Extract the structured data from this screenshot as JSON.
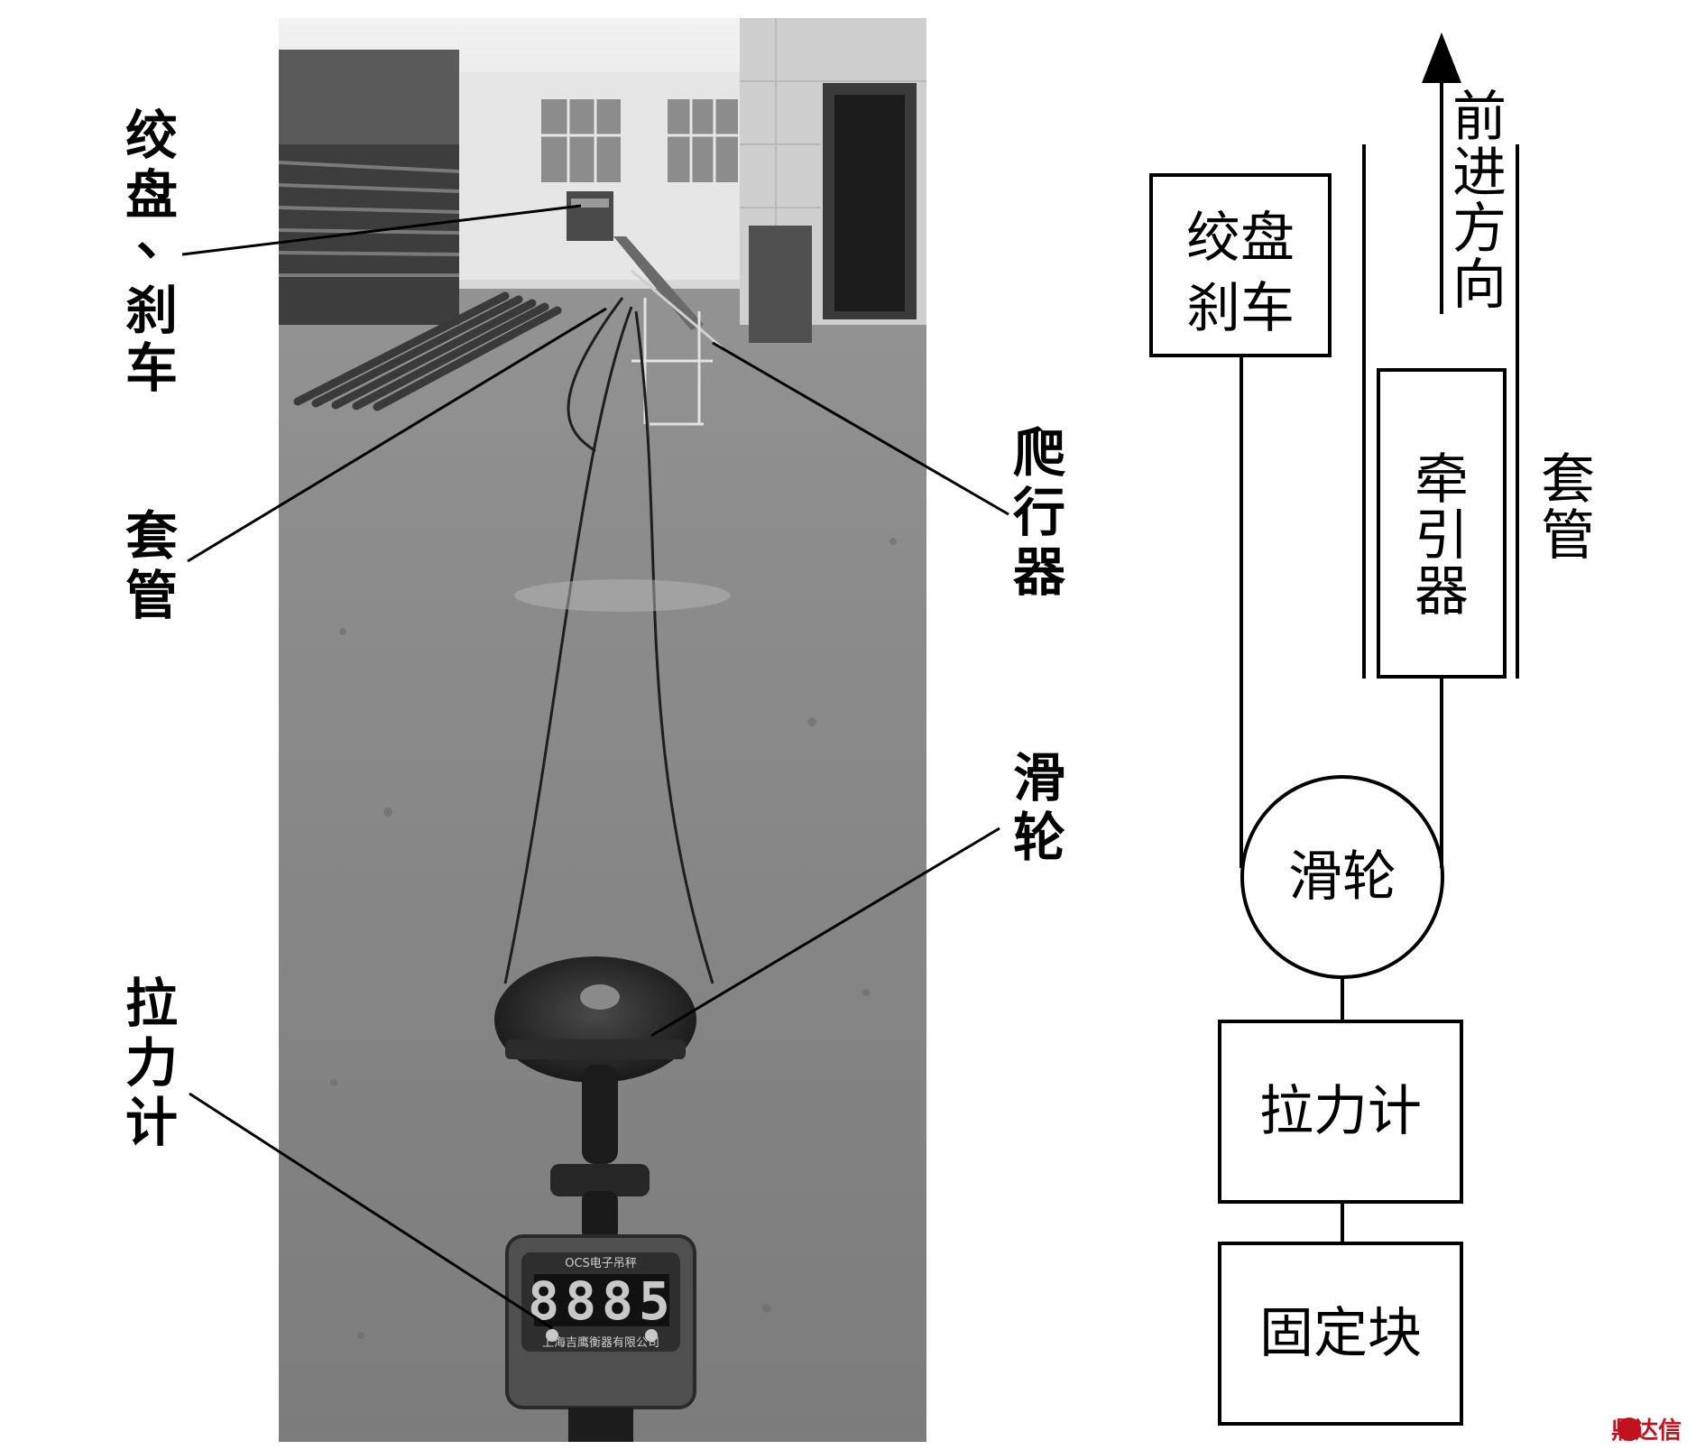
{
  "photo": {
    "labels": {
      "winch": [
        "绞",
        "盘",
        "、",
        "刹",
        "车"
      ],
      "casing": [
        "套",
        "管"
      ],
      "crawler": [
        "爬",
        "行",
        "器"
      ],
      "pulley": [
        "滑",
        "轮"
      ],
      "tension": [
        "拉",
        "力",
        "计"
      ]
    },
    "gauge": {
      "title": "OCS电子吊秤",
      "readout": "8885",
      "maker": "上海吉鹰衡器有限公司"
    }
  },
  "diagram": {
    "winch_box": [
      "绞盘",
      "刹车"
    ],
    "direction": [
      "前",
      "进",
      "方",
      "向"
    ],
    "tractor_box": [
      "牵",
      "引",
      "器"
    ],
    "casing": [
      "套",
      "管"
    ],
    "pulley": "滑轮",
    "tension_box": "拉力计",
    "fixed_box": "固定块"
  },
  "watermark": {
    "text": "鼎达信",
    "color": "#c1121f"
  }
}
